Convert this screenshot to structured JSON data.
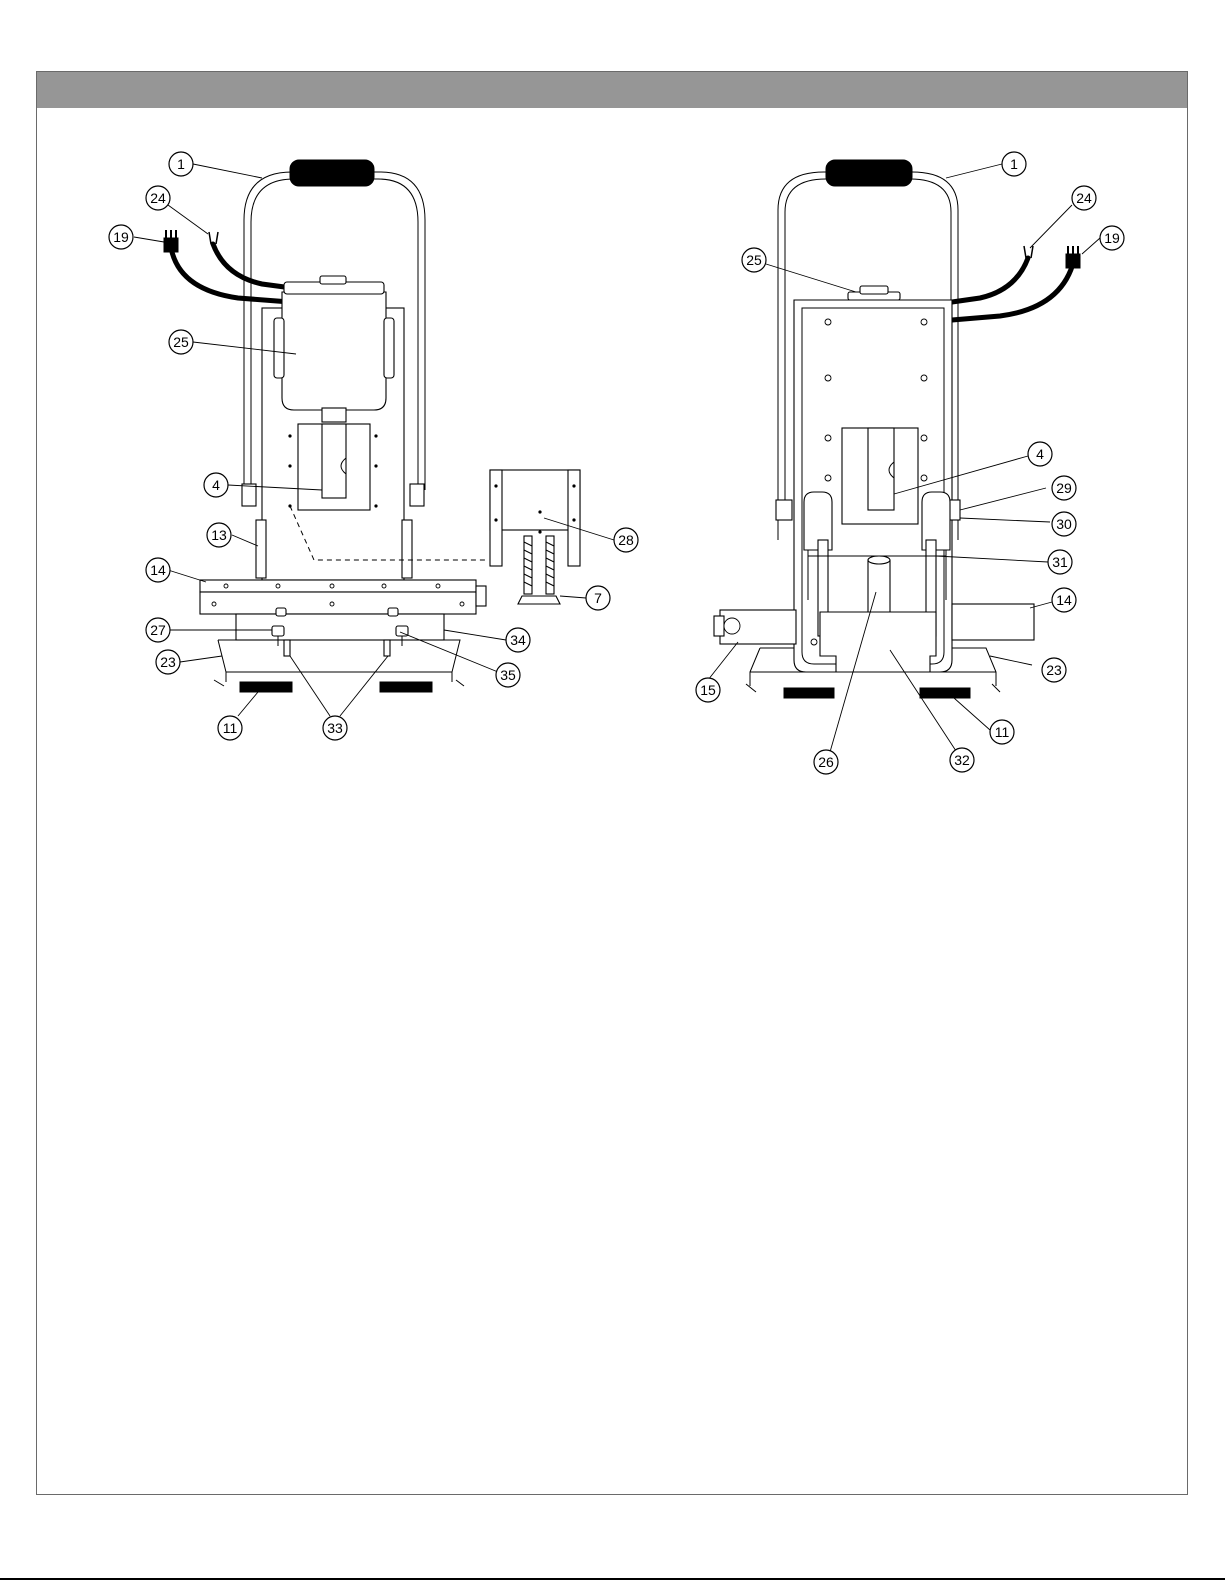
{
  "callouts": {
    "left_view": {
      "c1": "1",
      "c24": "24",
      "c19": "19",
      "c25": "25",
      "c4": "4",
      "c13": "13",
      "c28": "28",
      "c14": "14",
      "c7": "7",
      "c27": "27",
      "c34": "34",
      "c23": "23",
      "c35": "35",
      "c11": "11",
      "c33": "33"
    },
    "right_view": {
      "c1": "1",
      "c24": "24",
      "c19": "19",
      "c25": "25",
      "c4": "4",
      "c29": "29",
      "c30": "30",
      "c31": "31",
      "c14": "14",
      "c15": "15",
      "c23": "23",
      "c11": "11",
      "c26": "26",
      "c32": "32"
    }
  },
  "colors": {
    "header_bar": "#969696",
    "frame": "#6a6a6a",
    "line": "#000000"
  }
}
